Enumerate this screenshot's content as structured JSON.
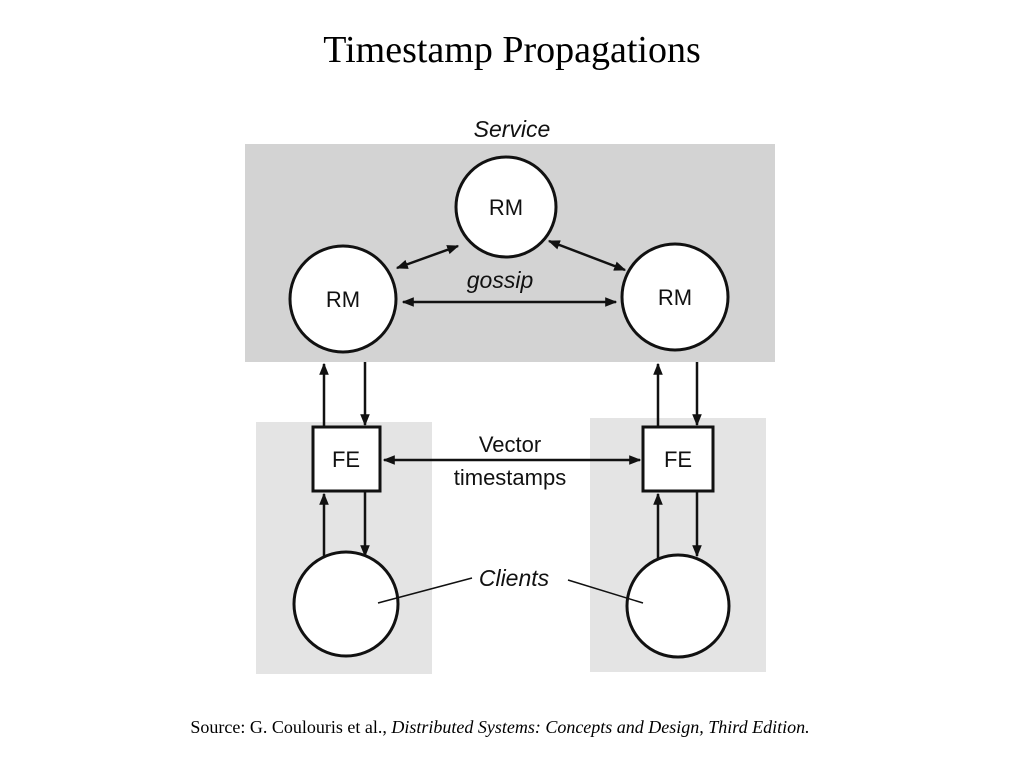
{
  "title": "Timestamp Propagations",
  "diagram": {
    "service_label": "Service",
    "gossip_label": "gossip",
    "vector_label_line1": "Vector",
    "vector_label_line2": "timestamps",
    "clients_label": "Clients",
    "rm_top": "RM",
    "rm_left": "RM",
    "rm_right": "RM",
    "fe_left": "FE",
    "fe_right": "FE",
    "colors": {
      "service_box": "#d3d3d3",
      "client_box": "#e4e4e4",
      "stroke": "#111111",
      "node_fill": "#ffffff"
    }
  },
  "caption": {
    "prefix": "Source: G. Coulouris et al., ",
    "book": "Distributed Systems: Concepts and Design, Third Edition."
  }
}
